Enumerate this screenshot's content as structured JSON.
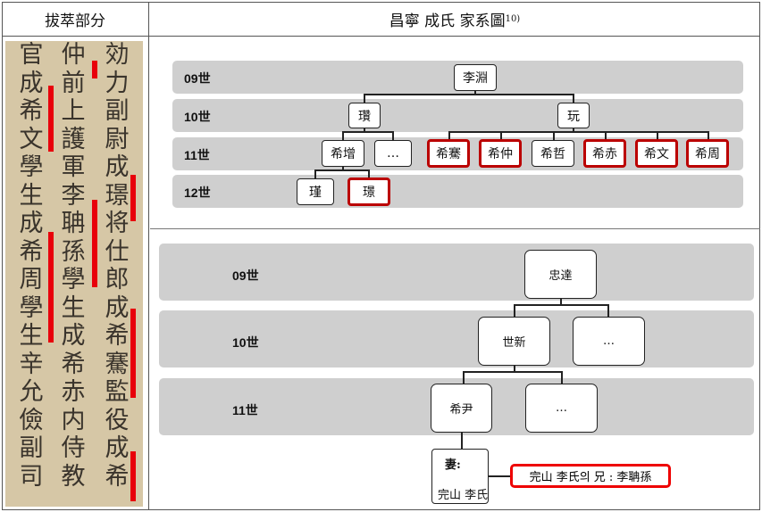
{
  "header": {
    "left_title": "拔萃部分",
    "right_title": "昌寧 成氏 家系圖",
    "right_footnote": "10)"
  },
  "scan": {
    "columns": [
      "官成希文學生成希周學生辛允儉副司",
      "仲前上護軍李聃孫學生成希赤内侍教",
      "効力副尉成璟将仕郎成希騫監役成希"
    ]
  },
  "tree1": {
    "generations": [
      "09世",
      "10世",
      "11世",
      "12世"
    ],
    "nodes": {
      "root": "李淵",
      "g10_a": "瓚",
      "g10_b": "玩",
      "g11_1": "希增",
      "g11_2": "…",
      "g11_3": "希騫",
      "g11_4": "希仲",
      "g11_5": "希哲",
      "g11_6": "希赤",
      "g11_7": "希文",
      "g11_8": "希周",
      "g12_1": "瑾",
      "g12_2": "璟"
    }
  },
  "tree2": {
    "generations": [
      "09世",
      "10世",
      "11世"
    ],
    "nodes": {
      "root": "忠達",
      "g10_a": "世新",
      "g10_b": "…",
      "g11_a": "希尹",
      "g11_b": "…"
    },
    "spouse_label": "妻:",
    "spouse_name": "完山 李氏",
    "note": "完山 李氏의 兄 : 李聃孫"
  },
  "colors": {
    "highlight": "#b00000",
    "red_mark": "#e8000b",
    "band": "#cfcfcf"
  }
}
